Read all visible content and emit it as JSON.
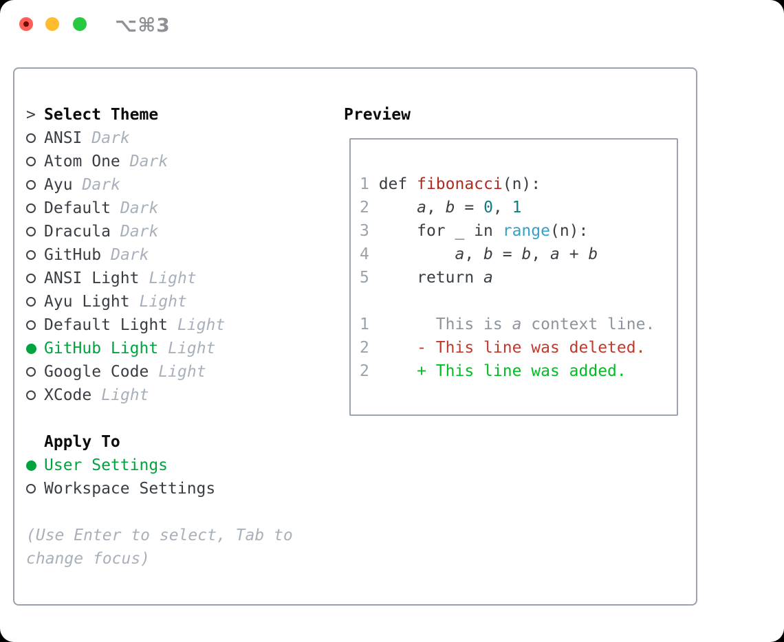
{
  "window": {
    "title": "⌥⌘3"
  },
  "colors": {
    "page_bg": "#000000",
    "window_bg": "#ffffff",
    "border": "#9aa3ad",
    "text": "#383e44",
    "heading": "#0a0a0a",
    "dim": "#a8b0bb",
    "line_number": "#99a1ab",
    "context": "#8d949c",
    "selected_green": "#00a33e",
    "added_green": "#00bd23",
    "deleted_red": "#c0392b",
    "function_red": "#b02a1e",
    "number_teal": "#0f7b80",
    "builtin_blue": "#35a0c8",
    "hint": "#a8b0bb",
    "titlebar_text": "#8e9196",
    "traffic_red": "#ff5f57",
    "traffic_red_dot": "#730c05",
    "traffic_yellow": "#febc2e",
    "traffic_green": "#28c840",
    "radio_ring": "#3c4248"
  },
  "left": {
    "prompt": ">",
    "select_theme_title": "Select Theme",
    "themes": [
      {
        "name": "ANSI",
        "tag": "Dark",
        "selected": false
      },
      {
        "name": "Atom One",
        "tag": "Dark",
        "selected": false
      },
      {
        "name": "Ayu",
        "tag": "Dark",
        "selected": false
      },
      {
        "name": "Default",
        "tag": "Dark",
        "selected": false
      },
      {
        "name": "Dracula",
        "tag": "Dark",
        "selected": false
      },
      {
        "name": "GitHub",
        "tag": "Dark",
        "selected": false
      },
      {
        "name": "ANSI Light",
        "tag": "Light",
        "selected": false
      },
      {
        "name": "Ayu Light",
        "tag": "Light",
        "selected": false
      },
      {
        "name": "Default Light",
        "tag": "Light",
        "selected": false
      },
      {
        "name": "GitHub Light",
        "tag": "Light",
        "selected": true
      },
      {
        "name": "Google Code",
        "tag": "Light",
        "selected": false
      },
      {
        "name": "XCode",
        "tag": "Light",
        "selected": false
      }
    ],
    "apply_to_title": "Apply To",
    "apply_options": [
      {
        "label": "User Settings",
        "selected": true
      },
      {
        "label": "Workspace Settings",
        "selected": false
      }
    ],
    "hint_line1": "(Use Enter to select, Tab to",
    "hint_line2": "change focus)"
  },
  "preview": {
    "title": "Preview",
    "lines": [
      [
        {
          "c": "ln",
          "t": "1 "
        },
        {
          "c": "t",
          "t": "def "
        },
        {
          "c": "fn",
          "t": "fibonacci"
        },
        {
          "c": "t",
          "t": "(n):"
        }
      ],
      [
        {
          "c": "ln",
          "t": "2 "
        },
        {
          "c": "t",
          "t": "    "
        },
        {
          "c": "v",
          "t": "a"
        },
        {
          "c": "t",
          "t": ", "
        },
        {
          "c": "v",
          "t": "b"
        },
        {
          "c": "t",
          "t": " = "
        },
        {
          "c": "num",
          "t": "0"
        },
        {
          "c": "t",
          "t": ", "
        },
        {
          "c": "num",
          "t": "1"
        }
      ],
      [
        {
          "c": "ln",
          "t": "3 "
        },
        {
          "c": "t",
          "t": "    for _ in "
        },
        {
          "c": "bi",
          "t": "range"
        },
        {
          "c": "t",
          "t": "(n):"
        }
      ],
      [
        {
          "c": "ln",
          "t": "4 "
        },
        {
          "c": "t",
          "t": "        "
        },
        {
          "c": "v",
          "t": "a"
        },
        {
          "c": "t",
          "t": ", "
        },
        {
          "c": "v",
          "t": "b"
        },
        {
          "c": "t",
          "t": " = "
        },
        {
          "c": "v",
          "t": "b"
        },
        {
          "c": "t",
          "t": ", "
        },
        {
          "c": "v",
          "t": "a"
        },
        {
          "c": "t",
          "t": " + "
        },
        {
          "c": "v",
          "t": "b"
        }
      ],
      [
        {
          "c": "ln",
          "t": "5 "
        },
        {
          "c": "t",
          "t": "    return "
        },
        {
          "c": "v",
          "t": "a"
        }
      ],
      [],
      [
        {
          "c": "ln",
          "t": "1"
        },
        {
          "c": "ctx",
          "t": "       This is "
        },
        {
          "c": "ctxi",
          "t": "a"
        },
        {
          "c": "ctx",
          "t": " context line."
        }
      ],
      [
        {
          "c": "ln",
          "t": "2"
        },
        {
          "c": "t",
          "t": "     "
        },
        {
          "c": "del",
          "t": "- This line was deleted."
        }
      ],
      [
        {
          "c": "ln",
          "t": "2"
        },
        {
          "c": "t",
          "t": "     "
        },
        {
          "c": "add",
          "t": "+ This line was added."
        }
      ]
    ]
  }
}
